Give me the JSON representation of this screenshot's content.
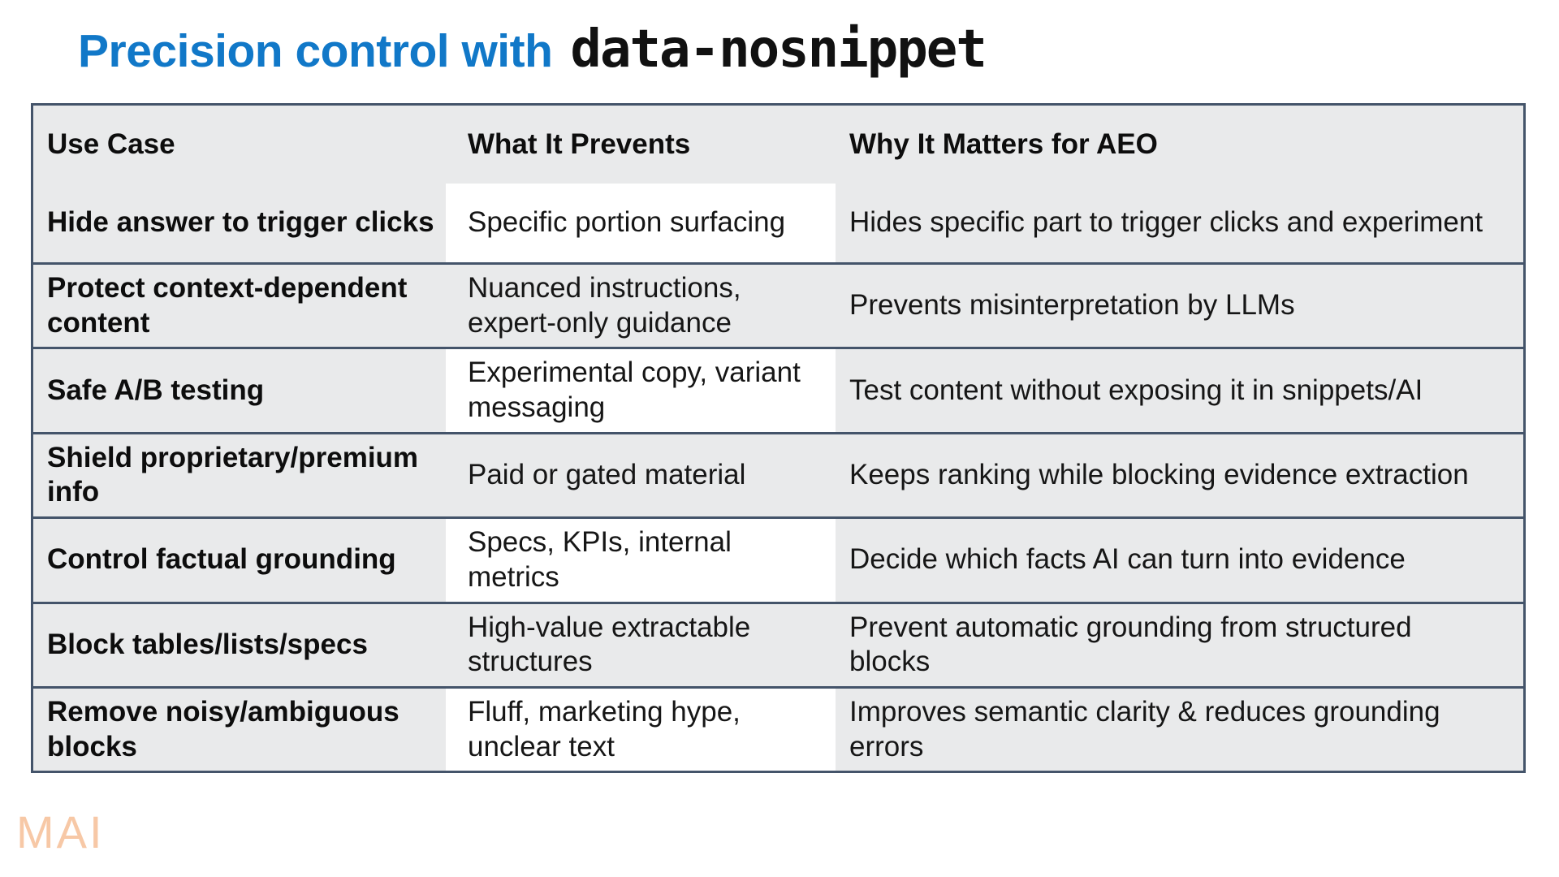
{
  "title": {
    "main": "Precision control with",
    "code": "data-nosnippet"
  },
  "table": {
    "columns": [
      "Use Case",
      "What It Prevents",
      "Why It Matters for AEO"
    ],
    "rows": [
      {
        "use_case": "Hide answer to trigger clicks",
        "prevents": "Specific portion surfacing",
        "why": "Hides specific part to trigger clicks and experiment"
      },
      {
        "use_case": "Protect context-dependent content",
        "prevents": "Nuanced instructions, expert-only guidance",
        "why": "Prevents misinterpretation by LLMs"
      },
      {
        "use_case": "Safe A/B testing",
        "prevents": "Experimental copy, variant messaging",
        "why": "Test content without exposing it in snippets/AI"
      },
      {
        "use_case": "Shield proprietary/premium info",
        "prevents": "Paid or gated material",
        "why": "Keeps ranking while blocking evidence extraction"
      },
      {
        "use_case": "Control factual grounding",
        "prevents": "Specs, KPIs, internal metrics",
        "why": "Decide which facts AI can turn into evidence"
      },
      {
        "use_case": "Block tables/lists/specs",
        "prevents": "High-value extractable structures",
        "why": "Prevent automatic grounding from structured blocks"
      },
      {
        "use_case": "Remove noisy/ambiguous blocks",
        "prevents": "Fluff, marketing hype, unclear text",
        "why": "Improves semantic clarity & reduces grounding errors"
      }
    ]
  },
  "footer": {
    "logo": "MAI"
  },
  "colors": {
    "title_blue": "#1178C8",
    "cell_gray": "#E9EAEB",
    "border_navy": "#44546A",
    "logo_peach": "#F7C8A6"
  }
}
